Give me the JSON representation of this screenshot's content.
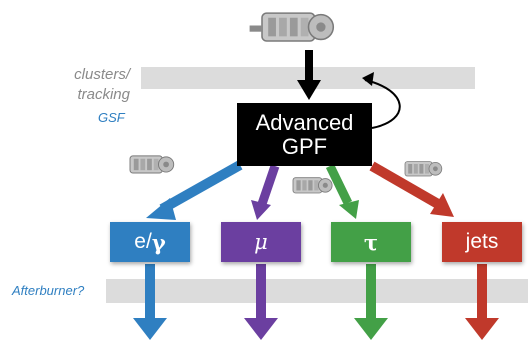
{
  "labels": {
    "clusters_tracking_line1": "clusters/",
    "clusters_tracking_line2": "tracking",
    "gsf": "GSF",
    "afterburner": "Afterburner?",
    "gpf_line1": "Advanced",
    "gpf_line2": "GPF"
  },
  "objects": [
    {
      "key": "egamma",
      "prefix": "e/",
      "symbol": "γ",
      "color": "#2f7fc1"
    },
    {
      "key": "mu",
      "prefix": "",
      "symbol": "μ",
      "color": "#6b3fa0"
    },
    {
      "key": "tau",
      "prefix": "",
      "symbol": "τ",
      "color": "#43a047"
    },
    {
      "key": "jets",
      "prefix": "",
      "symbol": "jets",
      "color": "#c0392b"
    }
  ],
  "colors": {
    "band": "#dcdcdc",
    "side_text": "#8a8a8a",
    "gsf_text": "#2f7fc1",
    "afterburner_text": "#2f7fc1",
    "gpf_box": "#000000"
  },
  "icons": [
    "detector-icon"
  ]
}
